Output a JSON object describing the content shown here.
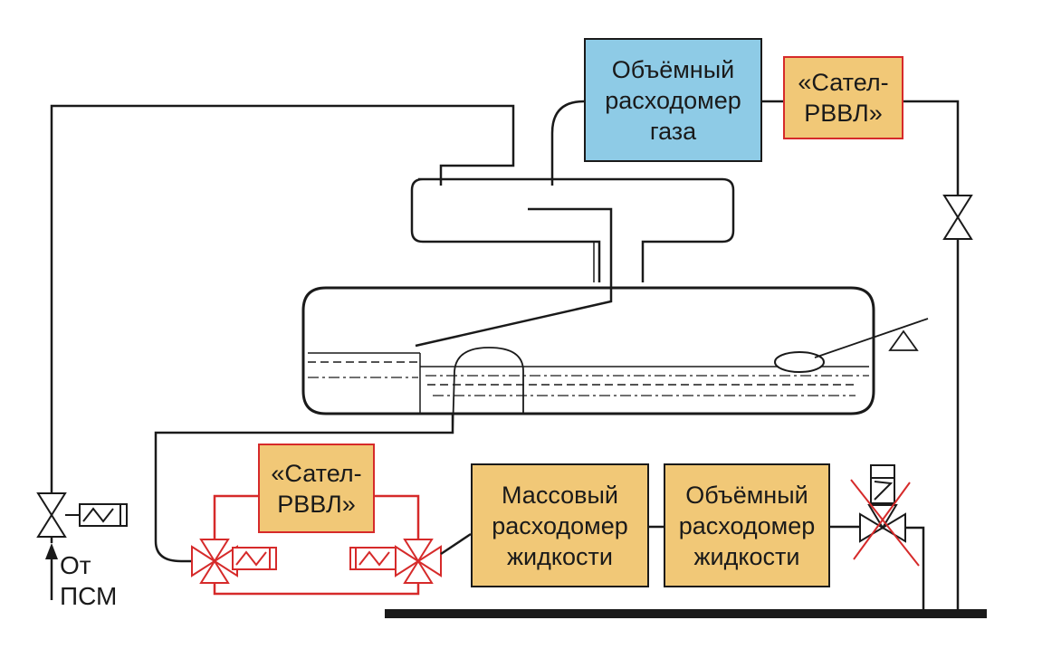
{
  "boxes": {
    "gas_meter": "Объёмный\nрасходомер\nгаза",
    "satel_top": "«Сател-\nРВВЛ»",
    "satel_bottom": "«Сател-\nРВВЛ»",
    "mass_meter": "Массовый\nрасходомер\nжидкости",
    "volume_liquid_meter": "Объёмный\nрасходомер\nжидкости"
  },
  "labels": {
    "from_psm": "От\nПСМ"
  },
  "colors": {
    "line": "#1a1a1a",
    "highlight": "#d62a2a",
    "meter_blue": "#8ecbe6",
    "meter_orange": "#f1c877"
  }
}
